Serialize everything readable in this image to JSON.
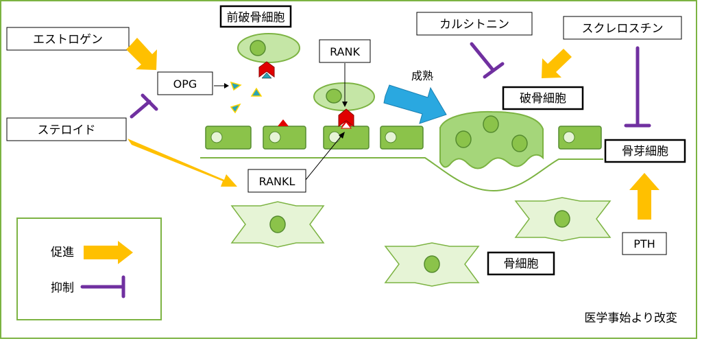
{
  "labels": {
    "preosteoclast": "前破骨細胞",
    "estrogen": "エストロゲン",
    "steroid": "ステロイド",
    "opg": "OPG",
    "rank": "RANK",
    "rankl": "RANKL",
    "maturation": "成熟",
    "calcitonin": "カルシトニン",
    "sclerostin": "スクレロスチン",
    "osteoclast": "破骨細胞",
    "osteoblast": "骨芽細胞",
    "osteocyte": "骨細胞",
    "pth": "PTH",
    "source": "医学事始より改変"
  },
  "legend": {
    "promote": "促進",
    "inhibit": "抑制"
  },
  "colors": {
    "frame": "#7cb342",
    "cell_fill": "#8bc34a",
    "cell_light": "#c5e6a6",
    "cell_pale": "#e6f4d6",
    "nucleus": "#7cb342",
    "promote_arrow": "#ffc000",
    "inhibit": "#7030a0",
    "maturation_arrow": "#2aa8e0",
    "rankl_red": "#e00000",
    "opg_teal": "#29a3b5",
    "opg_yellow": "#ffd400"
  }
}
